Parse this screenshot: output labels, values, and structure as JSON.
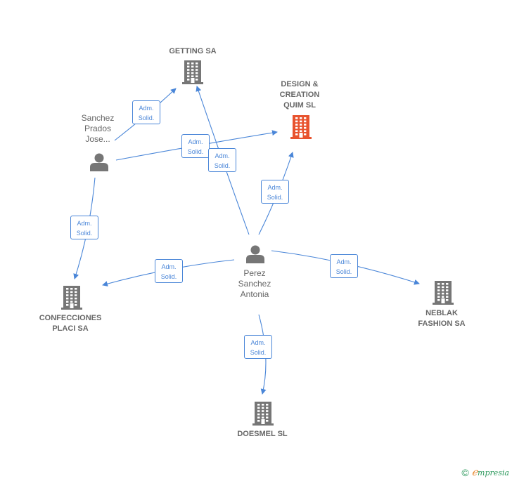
{
  "colors": {
    "edge": "#4a86d8",
    "company": "#767676",
    "company_highlight": "#e8532e",
    "person": "#767676",
    "text": "#666666"
  },
  "companies": [
    {
      "id": "getting",
      "lines": [
        "GETTING SA"
      ],
      "highlight": false
    },
    {
      "id": "design",
      "lines": [
        "DESIGN &",
        "CREATION",
        "QUIM SL"
      ],
      "highlight": true
    },
    {
      "id": "confecciones",
      "lines": [
        "CONFECCIONES",
        "PLACI SA"
      ],
      "highlight": false
    },
    {
      "id": "neblak",
      "lines": [
        "NEBLAK",
        "FASHION SA"
      ],
      "highlight": false
    },
    {
      "id": "doesmel",
      "lines": [
        "DOESMEL SL"
      ],
      "highlight": false
    }
  ],
  "persons": [
    {
      "id": "sanchez",
      "lines": [
        "Sanchez",
        "Prados",
        "Jose..."
      ]
    },
    {
      "id": "perez",
      "lines": [
        "Perez",
        "Sanchez",
        "Antonia"
      ]
    }
  ],
  "edges": [
    {
      "from": "sanchez",
      "to": "getting",
      "label": [
        "Adm.",
        "Solid."
      ]
    },
    {
      "from": "sanchez",
      "to": "design",
      "label": [
        "Adm.",
        "Solid."
      ]
    },
    {
      "from": "sanchez",
      "to": "confecciones",
      "label": [
        "Adm.",
        "Solid."
      ]
    },
    {
      "from": "perez",
      "to": "getting",
      "label": [
        "Adm.",
        "Solid."
      ]
    },
    {
      "from": "perez",
      "to": "design",
      "label": [
        "Adm.",
        "Solid."
      ]
    },
    {
      "from": "perez",
      "to": "confecciones",
      "label": [
        "Adm.",
        "Solid."
      ]
    },
    {
      "from": "perez",
      "to": "neblak",
      "label": [
        "Adm.",
        "Solid."
      ]
    },
    {
      "from": "perez",
      "to": "doesmel",
      "label": [
        "Adm.",
        "Solid."
      ]
    }
  ],
  "brand": {
    "copyright": "©",
    "initial": "ℯ",
    "rest": "mpresia"
  }
}
